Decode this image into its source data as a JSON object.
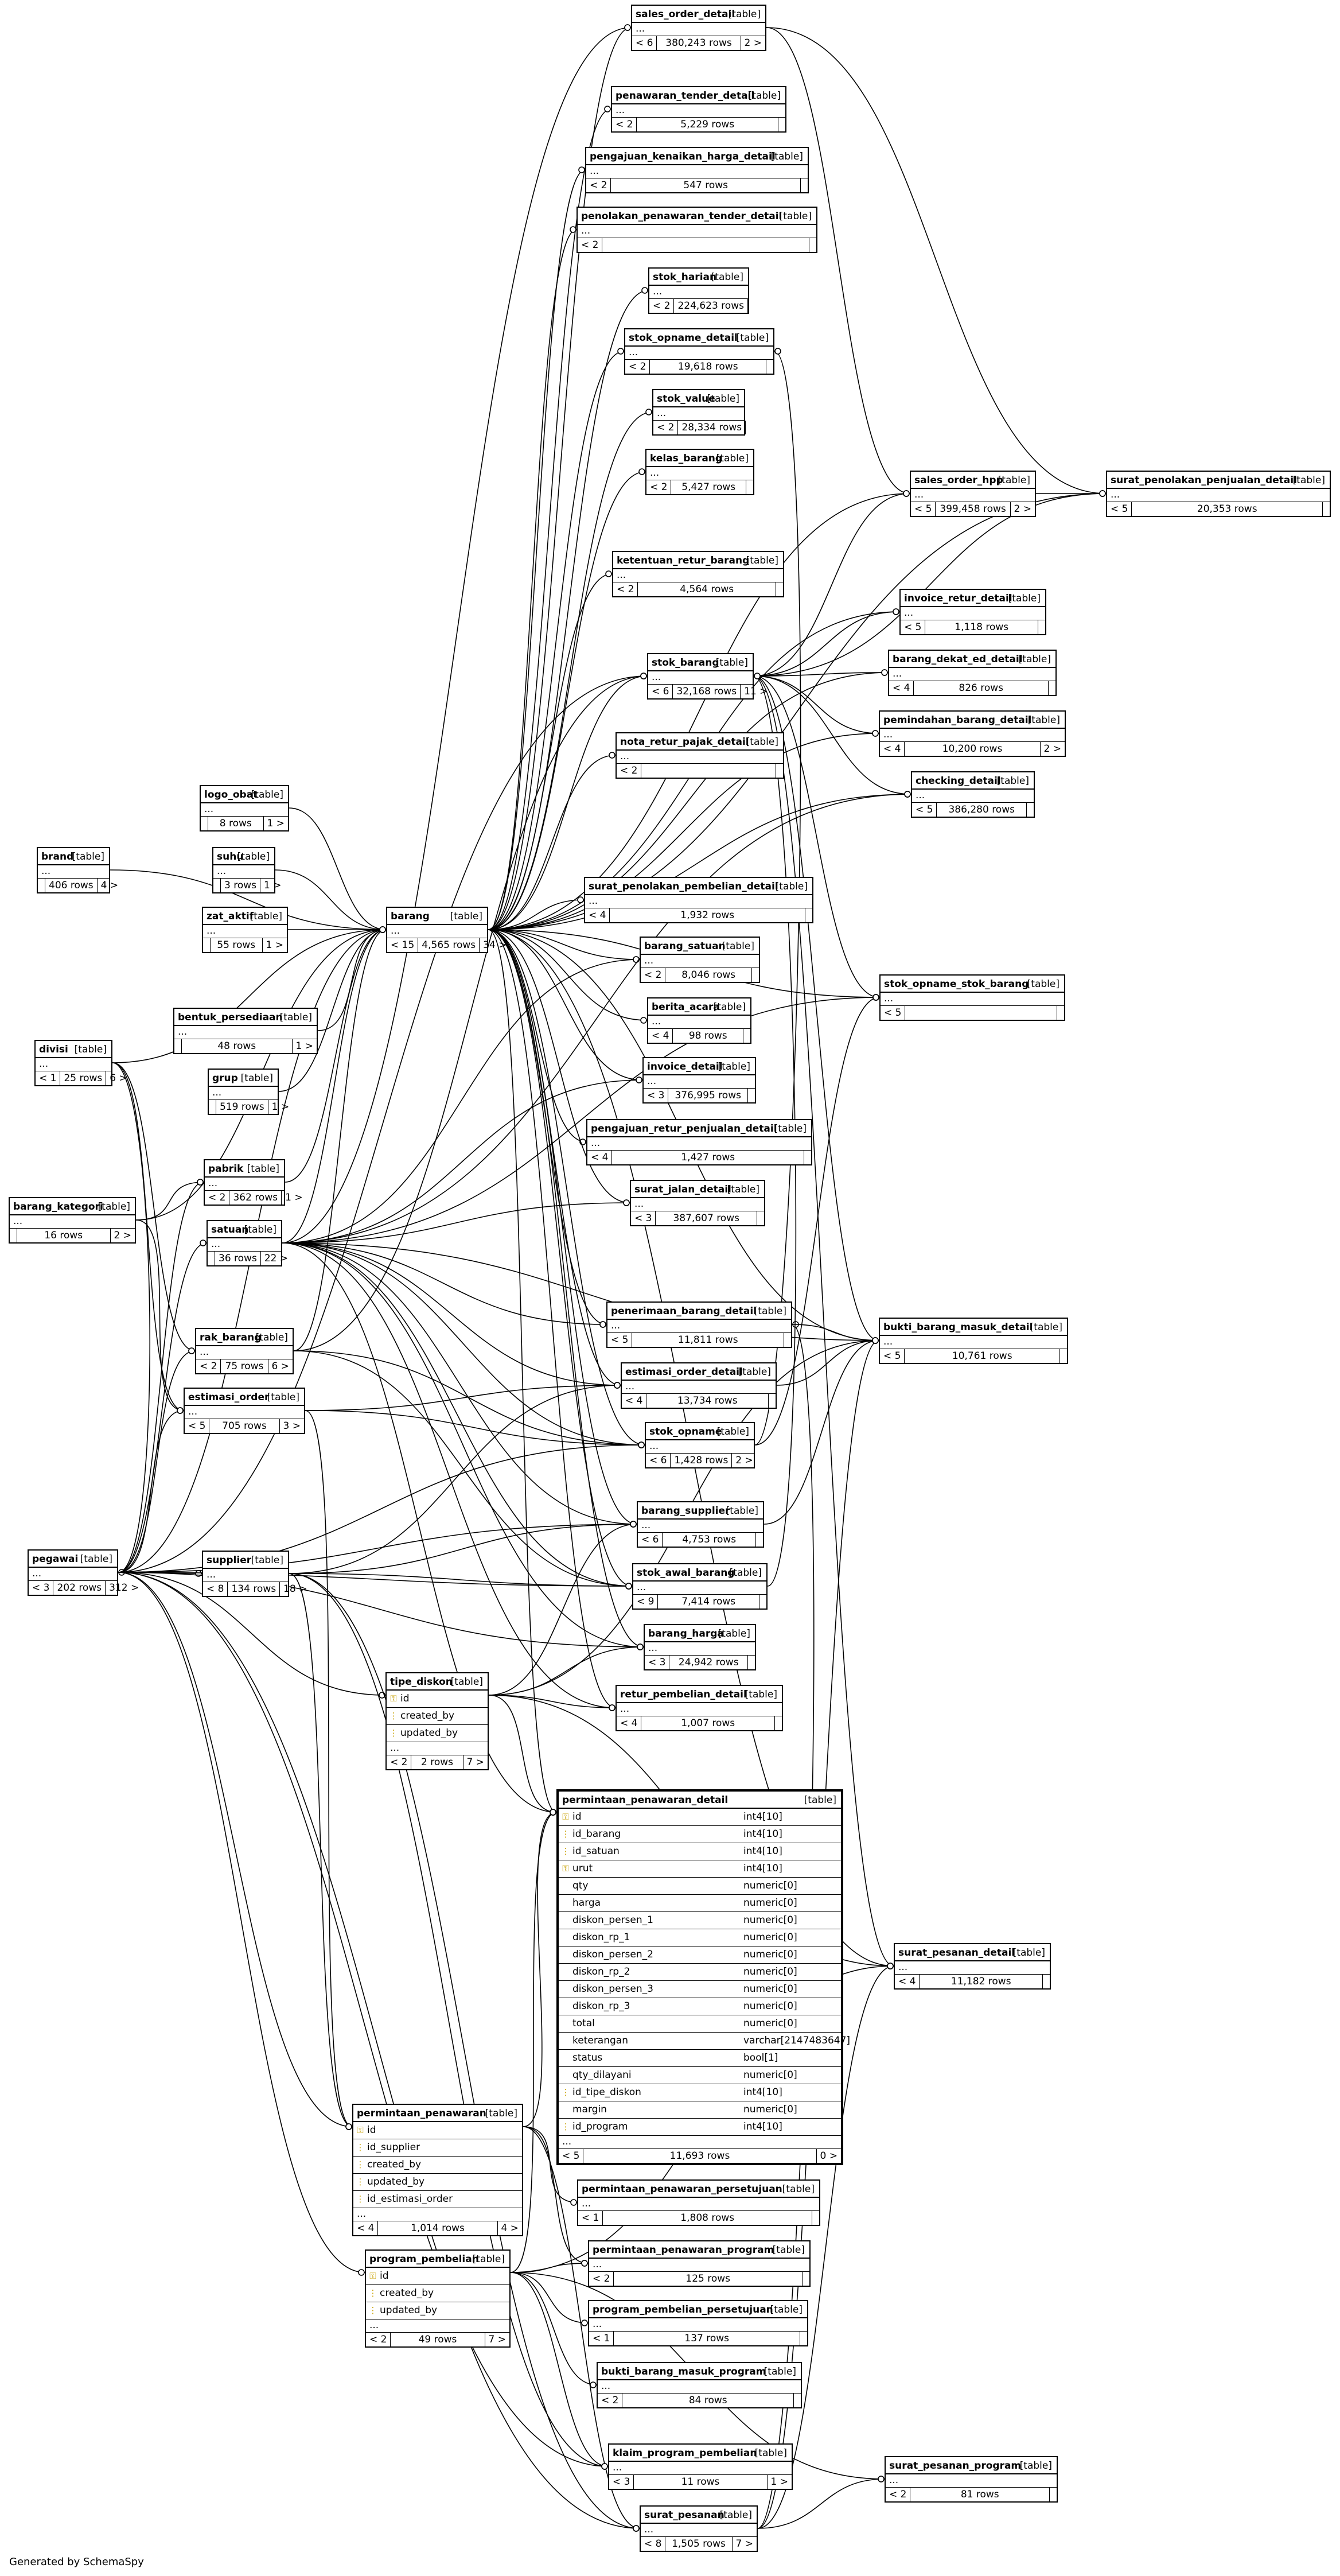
{
  "footer": "Generated by SchemaSpy",
  "table_tag": "[table]",
  "ellipsis": "...",
  "tables": {
    "sales_order_detail": {
      "name": "sales_order_detail",
      "left": "< 6",
      "rows": "380,243 rows",
      "right": "2 >"
    },
    "penawaran_tender_detail": {
      "name": "penawaran_tender_detail",
      "left": "< 2",
      "rows": "5,229 rows",
      "right": ""
    },
    "pengajuan_kenaikan_harga_detail": {
      "name": "pengajuan_kenaikan_harga_detail",
      "left": "< 2",
      "rows": "547 rows",
      "right": ""
    },
    "penolakan_penawaran_tender_detail": {
      "name": "penolakan_penawaran_tender_detail",
      "left": "< 2",
      "rows": "",
      "right": ""
    },
    "stok_harian": {
      "name": "stok_harian",
      "left": "< 2",
      "rows": "224,623 rows",
      "right": ""
    },
    "stok_opname_detail": {
      "name": "stok_opname_detail",
      "left": "< 2",
      "rows": "19,618 rows",
      "right": ""
    },
    "stok_value": {
      "name": "stok_value",
      "left": "< 2",
      "rows": "28,334 rows",
      "right": ""
    },
    "kelas_barang": {
      "name": "kelas_barang",
      "left": "< 2",
      "rows": "5,427 rows",
      "right": ""
    },
    "sales_order_hpp": {
      "name": "sales_order_hpp",
      "left": "< 5",
      "rows": "399,458 rows",
      "right": "2 >"
    },
    "surat_penolakan_penjualan_detail": {
      "name": "surat_penolakan_penjualan_detail",
      "left": "< 5",
      "rows": "20,353 rows",
      "right": ""
    },
    "ketentuan_retur_barang": {
      "name": "ketentuan_retur_barang",
      "left": "< 2",
      "rows": "4,564 rows",
      "right": ""
    },
    "invoice_retur_detail": {
      "name": "invoice_retur_detail",
      "left": "< 5",
      "rows": "1,118 rows",
      "right": ""
    },
    "barang_dekat_ed_detail": {
      "name": "barang_dekat_ed_detail",
      "left": "< 4",
      "rows": "826 rows",
      "right": ""
    },
    "stok_barang": {
      "name": "stok_barang",
      "left": "< 6",
      "rows": "32,168 rows",
      "right": "11 >"
    },
    "pemindahan_barang_detail": {
      "name": "pemindahan_barang_detail",
      "left": "< 4",
      "rows": "10,200 rows",
      "right": "2 >"
    },
    "nota_retur_pajak_detail": {
      "name": "nota_retur_pajak_detail",
      "left": "< 2",
      "rows": "",
      "right": ""
    },
    "checking_detail": {
      "name": "checking_detail",
      "left": "< 5",
      "rows": "386,280 rows",
      "right": ""
    },
    "logo_obat": {
      "name": "logo_obat",
      "left": "",
      "rows": "8 rows",
      "right": "1 >"
    },
    "brand": {
      "name": "brand",
      "left": "",
      "rows": "406 rows",
      "right": "4 >"
    },
    "suhu": {
      "name": "suhu",
      "left": "",
      "rows": "3 rows",
      "right": "1 >"
    },
    "barang": {
      "name": "barang",
      "left": "< 15",
      "rows": "4,565 rows",
      "right": "34 >"
    },
    "surat_penolakan_pembelian_detail": {
      "name": "surat_penolakan_pembelian_detail",
      "left": "< 4",
      "rows": "1,932 rows",
      "right": ""
    },
    "zat_aktif": {
      "name": "zat_aktif",
      "left": "",
      "rows": "55 rows",
      "right": "1 >"
    },
    "barang_satuan": {
      "name": "barang_satuan",
      "left": "< 2",
      "rows": "8,046 rows",
      "right": ""
    },
    "stok_opname_stok_barang": {
      "name": "stok_opname_stok_barang",
      "left": "< 5",
      "rows": "",
      "right": ""
    },
    "bentuk_persediaan": {
      "name": "bentuk_persediaan",
      "left": "",
      "rows": "48 rows",
      "right": "1 >"
    },
    "berita_acara": {
      "name": "berita_acara",
      "left": "< 4",
      "rows": "98 rows",
      "right": ""
    },
    "divisi": {
      "name": "divisi",
      "left": "< 1",
      "rows": "25 rows",
      "right": "6 >"
    },
    "grup": {
      "name": "grup",
      "left": "",
      "rows": "519 rows",
      "right": "1 >"
    },
    "invoice_detail": {
      "name": "invoice_detail",
      "left": "< 3",
      "rows": "376,995 rows",
      "right": ""
    },
    "pengajuan_retur_penjualan_detail": {
      "name": "pengajuan_retur_penjualan_detail",
      "left": "< 4",
      "rows": "1,427 rows",
      "right": ""
    },
    "pabrik": {
      "name": "pabrik",
      "left": "< 2",
      "rows": "362 rows",
      "right": "1 >"
    },
    "surat_jalan_detail": {
      "name": "surat_jalan_detail",
      "left": "< 3",
      "rows": "387,607 rows",
      "right": ""
    },
    "barang_kategori": {
      "name": "barang_kategori",
      "left": "",
      "rows": "16 rows",
      "right": "2 >"
    },
    "satuan": {
      "name": "satuan",
      "left": "",
      "rows": "36 rows",
      "right": "22 >"
    },
    "penerimaan_barang_detail": {
      "name": "penerimaan_barang_detail",
      "left": "< 5",
      "rows": "11,811 rows",
      "right": ""
    },
    "bukti_barang_masuk_detail": {
      "name": "bukti_barang_masuk_detail",
      "left": "< 5",
      "rows": "10,761 rows",
      "right": ""
    },
    "rak_barang": {
      "name": "rak_barang",
      "left": "< 2",
      "rows": "75 rows",
      "right": "6 >"
    },
    "estimasi_order_detail": {
      "name": "estimasi_order_detail",
      "left": "< 4",
      "rows": "13,734 rows",
      "right": ""
    },
    "estimasi_order": {
      "name": "estimasi_order",
      "left": "< 5",
      "rows": "705 rows",
      "right": "3 >"
    },
    "stok_opname": {
      "name": "stok_opname",
      "left": "< 6",
      "rows": "1,428 rows",
      "right": "2 >"
    },
    "barang_supplier": {
      "name": "barang_supplier",
      "left": "< 6",
      "rows": "4,753 rows",
      "right": ""
    },
    "pegawai": {
      "name": "pegawai",
      "left": "< 3",
      "rows": "202 rows",
      "right": "312 >"
    },
    "supplier": {
      "name": "supplier",
      "left": "< 8",
      "rows": "134 rows",
      "right": "18 >"
    },
    "stok_awal_barang": {
      "name": "stok_awal_barang",
      "left": "< 9",
      "rows": "7,414 rows",
      "right": ""
    },
    "barang_harga": {
      "name": "barang_harga",
      "left": "< 3",
      "rows": "24,942 rows",
      "right": ""
    },
    "tipe_diskon": {
      "name": "tipe_diskon",
      "left": "< 2",
      "rows": "2 rows",
      "right": "7 >",
      "columns": [
        [
          "pk",
          "id"
        ],
        [
          "fk",
          "created_by"
        ],
        [
          "fk",
          "updated_by"
        ]
      ]
    },
    "retur_pembelian_detail": {
      "name": "retur_pembelian_detail",
      "left": "< 4",
      "rows": "1,007 rows",
      "right": ""
    },
    "surat_pesanan_detail": {
      "name": "surat_pesanan_detail",
      "left": "< 4",
      "rows": "11,182 rows",
      "right": ""
    },
    "permintaan_penawaran": {
      "name": "permintaan_penawaran",
      "left": "< 4",
      "rows": "1,014 rows",
      "right": "4 >",
      "columns": [
        [
          "pk",
          "id"
        ],
        [
          "fk",
          "id_supplier"
        ],
        [
          "fk",
          "created_by"
        ],
        [
          "fk",
          "updated_by"
        ],
        [
          "fk",
          "id_estimasi_order"
        ]
      ]
    },
    "permintaan_penawaran_persetujuan": {
      "name": "permintaan_penawaran_persetujuan",
      "left": "< 1",
      "rows": "1,808 rows",
      "right": ""
    },
    "permintaan_penawaran_program": {
      "name": "permintaan_penawaran_program",
      "left": "< 2",
      "rows": "125 rows",
      "right": ""
    },
    "program_pembelian": {
      "name": "program_pembelian",
      "left": "< 2",
      "rows": "49 rows",
      "right": "7 >",
      "columns": [
        [
          "pk",
          "id"
        ],
        [
          "fk",
          "created_by"
        ],
        [
          "fk",
          "updated_by"
        ]
      ]
    },
    "program_pembelian_persetujuan": {
      "name": "program_pembelian_persetujuan",
      "left": "< 1",
      "rows": "137 rows",
      "right": ""
    },
    "bukti_barang_masuk_program": {
      "name": "bukti_barang_masuk_program",
      "left": "< 2",
      "rows": "84 rows",
      "right": ""
    },
    "klaim_program_pembelian": {
      "name": "klaim_program_pembelian",
      "left": "< 3",
      "rows": "11 rows",
      "right": "1 >"
    },
    "surat_pesanan_program": {
      "name": "surat_pesanan_program",
      "left": "< 2",
      "rows": "81 rows",
      "right": ""
    },
    "surat_pesanan": {
      "name": "surat_pesanan",
      "left": "< 8",
      "rows": "1,505 rows",
      "right": "7 >"
    },
    "permintaan_penawaran_detail": {
      "name": "permintaan_penawaran_detail",
      "left": "< 5",
      "rows": "11,693 rows",
      "right": "0 >",
      "columns": [
        [
          "pk",
          "id",
          "int4[10]"
        ],
        [
          "fk",
          "id_barang",
          "int4[10]"
        ],
        [
          "fk",
          "id_satuan",
          "int4[10]"
        ],
        [
          "pk",
          "urut",
          "int4[10]"
        ],
        [
          "",
          "qty",
          "numeric[0]"
        ],
        [
          "",
          "harga",
          "numeric[0]"
        ],
        [
          "",
          "diskon_persen_1",
          "numeric[0]"
        ],
        [
          "",
          "diskon_rp_1",
          "numeric[0]"
        ],
        [
          "",
          "diskon_persen_2",
          "numeric[0]"
        ],
        [
          "",
          "diskon_rp_2",
          "numeric[0]"
        ],
        [
          "",
          "diskon_persen_3",
          "numeric[0]"
        ],
        [
          "",
          "diskon_rp_3",
          "numeric[0]"
        ],
        [
          "",
          "total",
          "numeric[0]"
        ],
        [
          "",
          "keterangan",
          "varchar[2147483647]"
        ],
        [
          "",
          "status",
          "bool[1]"
        ],
        [
          "",
          "qty_dilayani",
          "numeric[0]"
        ],
        [
          "fk",
          "id_tipe_diskon",
          "int4[10]"
        ],
        [
          "",
          "margin",
          "numeric[0]"
        ],
        [
          "fk",
          "id_program",
          "int4[10]"
        ]
      ]
    }
  },
  "edges": [
    [
      "barang",
      "sales_order_detail"
    ],
    [
      "barang",
      "penawaran_tender_detail"
    ],
    [
      "barang",
      "pengajuan_kenaikan_harga_detail"
    ],
    [
      "barang",
      "penolakan_penawaran_tender_detail"
    ],
    [
      "barang",
      "stok_harian"
    ],
    [
      "barang",
      "stok_opname_detail"
    ],
    [
      "barang",
      "stok_value"
    ],
    [
      "barang",
      "kelas_barang"
    ],
    [
      "barang",
      "ketentuan_retur_barang"
    ],
    [
      "barang",
      "stok_barang"
    ],
    [
      "barang",
      "nota_retur_pajak_detail"
    ],
    [
      "barang",
      "surat_penolakan_pembelian_detail"
    ],
    [
      "barang",
      "barang_satuan"
    ],
    [
      "barang",
      "berita_acara"
    ],
    [
      "barang",
      "invoice_detail"
    ],
    [
      "barang",
      "pengajuan_retur_penjualan_detail"
    ],
    [
      "barang",
      "surat_jalan_detail"
    ],
    [
      "barang",
      "penerimaan_barang_detail"
    ],
    [
      "barang",
      "estimasi_order_detail"
    ],
    [
      "barang",
      "stok_opname"
    ],
    [
      "barang",
      "barang_supplier"
    ],
    [
      "barang",
      "stok_awal_barang"
    ],
    [
      "barang",
      "barang_harga"
    ],
    [
      "barang",
      "retur_pembelian_detail"
    ],
    [
      "barang",
      "permintaan_penawaran_detail"
    ],
    [
      "barang",
      "surat_pesanan_detail"
    ],
    [
      "barang",
      "sales_order_hpp"
    ],
    [
      "barang",
      "invoice_retur_detail"
    ],
    [
      "barang",
      "checking_detail"
    ],
    [
      "barang",
      "bukti_barang_masuk_detail"
    ],
    [
      "barang",
      "pemindahan_barang_detail"
    ],
    [
      "barang",
      "surat_penolakan_penjualan_detail"
    ],
    [
      "barang",
      "barang_dekat_ed_detail"
    ],
    [
      "barang",
      "stok_opname_stok_barang"
    ],
    [
      "stok_barang",
      "sales_order_hpp"
    ],
    [
      "stok_barang",
      "invoice_retur_detail"
    ],
    [
      "stok_barang",
      "barang_dekat_ed_detail"
    ],
    [
      "stok_barang",
      "pemindahan_barang_detail"
    ],
    [
      "stok_barang",
      "checking_detail"
    ],
    [
      "stok_barang",
      "stok_opname_stok_barang"
    ],
    [
      "stok_barang",
      "bukti_barang_masuk_detail"
    ],
    [
      "stok_barang",
      "surat_pesanan_detail"
    ],
    [
      "stok_barang",
      "surat_penolakan_penjualan_detail"
    ],
    [
      "sales_order_detail",
      "sales_order_hpp"
    ],
    [
      "sales_order_detail",
      "surat_penolakan_penjualan_detail"
    ],
    [
      "sales_order_hpp",
      "surat_penolakan_penjualan_detail"
    ],
    [
      "brand",
      "barang"
    ],
    [
      "logo_obat",
      "barang"
    ],
    [
      "suhu",
      "barang"
    ],
    [
      "zat_aktif",
      "barang"
    ],
    [
      "bentuk_persediaan",
      "barang"
    ],
    [
      "grup",
      "barang"
    ],
    [
      "pabrik",
      "barang"
    ],
    [
      "satuan",
      "barang"
    ],
    [
      "rak_barang",
      "barang"
    ],
    [
      "divisi",
      "barang"
    ],
    [
      "barang_kategori",
      "barang"
    ],
    [
      "divisi",
      "pegawai"
    ],
    [
      "divisi",
      "estimasi_order"
    ],
    [
      "divisi",
      "rak_barang"
    ],
    [
      "barang_kategori",
      "estimasi_order"
    ],
    [
      "barang_kategori",
      "pabrik"
    ],
    [
      "satuan",
      "sales_order_detail"
    ],
    [
      "satuan",
      "barang_satuan"
    ],
    [
      "satuan",
      "invoice_detail"
    ],
    [
      "satuan",
      "surat_jalan_detail"
    ],
    [
      "satuan",
      "penerimaan_barang_detail"
    ],
    [
      "satuan",
      "estimasi_order_detail"
    ],
    [
      "satuan",
      "stok_opname"
    ],
    [
      "satuan",
      "barang_supplier"
    ],
    [
      "satuan",
      "stok_awal_barang"
    ],
    [
      "satuan",
      "barang_harga"
    ],
    [
      "satuan",
      "retur_pembelian_detail"
    ],
    [
      "satuan",
      "bukti_barang_masuk_detail"
    ],
    [
      "satuan",
      "stok_opname_stok_barang"
    ],
    [
      "satuan",
      "checking_detail"
    ],
    [
      "satuan",
      "permintaan_penawaran_detail"
    ],
    [
      "rak_barang",
      "stok_barang"
    ],
    [
      "rak_barang",
      "stok_opname"
    ],
    [
      "rak_barang",
      "stok_awal_barang"
    ],
    [
      "estimasi_order",
      "estimasi_order_detail"
    ],
    [
      "estimasi_order",
      "permintaan_penawaran"
    ],
    [
      "estimasi_order",
      "stok_opname"
    ],
    [
      "pegawai",
      "supplier"
    ],
    [
      "pegawai",
      "estimasi_order"
    ],
    [
      "pegawai",
      "rak_barang"
    ],
    [
      "pegawai",
      "pabrik"
    ],
    [
      "pegawai",
      "satuan"
    ],
    [
      "pegawai",
      "stok_opname"
    ],
    [
      "pegawai",
      "barang_supplier"
    ],
    [
      "pegawai",
      "stok_awal_barang"
    ],
    [
      "pegawai",
      "barang_harga"
    ],
    [
      "pegawai",
      "tipe_diskon"
    ],
    [
      "pegawai",
      "permintaan_penawaran"
    ],
    [
      "pegawai",
      "program_pembelian"
    ],
    [
      "pegawai",
      "klaim_program_pembelian"
    ],
    [
      "pegawai",
      "surat_pesanan"
    ],
    [
      "pegawai",
      "stok_barang"
    ],
    [
      "pegawai",
      "barang"
    ],
    [
      "supplier",
      "barang_supplier"
    ],
    [
      "supplier",
      "stok_awal_barang"
    ],
    [
      "supplier",
      "permintaan_penawaran"
    ],
    [
      "supplier",
      "surat_pesanan"
    ],
    [
      "supplier",
      "klaim_program_pembelian"
    ],
    [
      "supplier",
      "estimasi_order_detail"
    ],
    [
      "tipe_diskon",
      "permintaan_penawaran_detail"
    ],
    [
      "tipe_diskon",
      "surat_pesanan_detail"
    ],
    [
      "tipe_diskon",
      "bukti_barang_masuk_detail"
    ],
    [
      "tipe_diskon",
      "barang_harga"
    ],
    [
      "tipe_diskon",
      "barang_supplier"
    ],
    [
      "tipe_diskon",
      "retur_pembelian_detail"
    ],
    [
      "permintaan_penawaran",
      "permintaan_penawaran_detail"
    ],
    [
      "permintaan_penawaran",
      "permintaan_penawaran_persetujuan"
    ],
    [
      "permintaan_penawaran",
      "permintaan_penawaran_program"
    ],
    [
      "permintaan_penawaran",
      "surat_pesanan"
    ],
    [
      "program_pembelian",
      "permintaan_penawaran_detail"
    ],
    [
      "program_pembelian",
      "permintaan_penawaran_program"
    ],
    [
      "program_pembelian",
      "program_pembelian_persetujuan"
    ],
    [
      "program_pembelian",
      "bukti_barang_masuk_program"
    ],
    [
      "program_pembelian",
      "klaim_program_pembelian"
    ],
    [
      "program_pembelian",
      "surat_pesanan_program"
    ],
    [
      "program_pembelian",
      "surat_pesanan_detail"
    ],
    [
      "surat_pesanan",
      "surat_pesanan_detail"
    ],
    [
      "surat_pesanan",
      "surat_pesanan_program"
    ],
    [
      "surat_pesanan",
      "bukti_barang_masuk_detail"
    ],
    [
      "surat_pesanan",
      "penerimaan_barang_detail"
    ],
    [
      "penerimaan_barang_detail",
      "bukti_barang_masuk_detail"
    ],
    [
      "stok_opname",
      "stok_opname_stok_barang"
    ],
    [
      "stok_opname",
      "stok_opname_detail"
    ],
    [
      "estimasi_order_detail",
      "bukti_barang_masuk_detail"
    ],
    [
      "barang_supplier",
      "bukti_barang_masuk_detail"
    ],
    [
      "stok_awal_barang",
      "stok_barang"
    ]
  ]
}
